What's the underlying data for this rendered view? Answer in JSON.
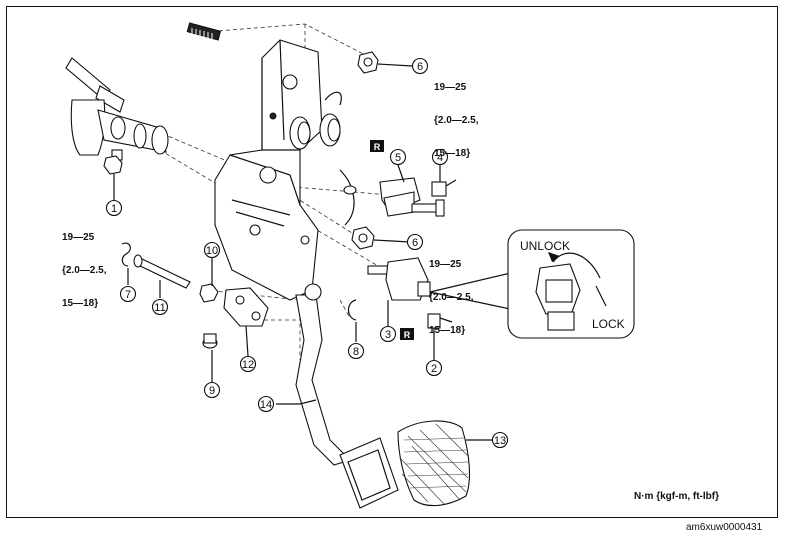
{
  "torque_specs": {
    "nut_upper": [
      "19—25",
      "{2.0—2.5,",
      "15—18}"
    ],
    "nut_middle": [
      "19—25",
      "{2.0—2.5,",
      "15—18}"
    ],
    "nut_left": [
      "19—25",
      "{2.0—2.5,",
      "15—18}"
    ]
  },
  "callouts": [
    "1",
    "2",
    "3",
    "4",
    "5",
    "6",
    "6",
    "7",
    "8",
    "9",
    "10",
    "11",
    "12",
    "13",
    "14"
  ],
  "replace_marks": [
    "R",
    "R"
  ],
  "inset": {
    "unlock_label": "UNLOCK",
    "lock_label": "LOCK"
  },
  "units_note": "N·m {kgf-m, ft-lbf}",
  "document_id": "am6xuw0000431"
}
